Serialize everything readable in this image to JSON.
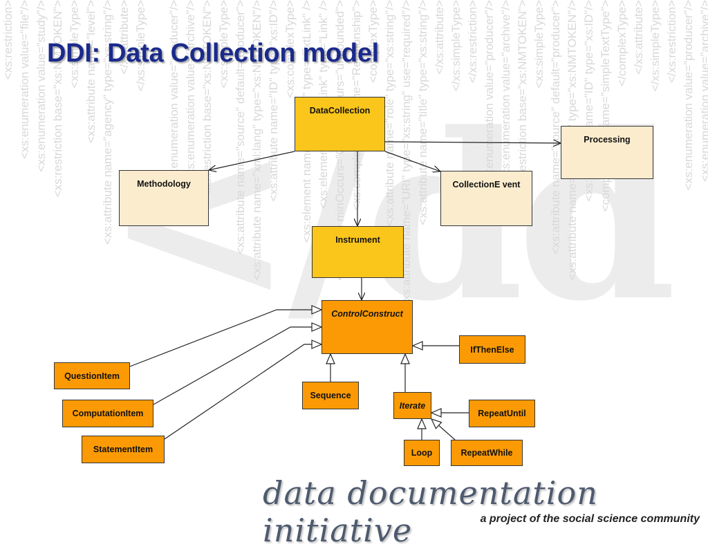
{
  "slide": {
    "title": "DDI: Data Collection model"
  },
  "diagram": {
    "boxes": {
      "datacollection": "DataCollection",
      "processing": "Processing",
      "methodology": "Methodology",
      "collectionevent": "CollectionE vent",
      "instrument": "Instrument",
      "controlconstruct": "ControlConstruct",
      "ifthenelse": "IfThenElse",
      "questionitem": "QuestionItem",
      "computationitem": "ComputationItem",
      "statementitem": "StatementItem",
      "sequence": "Sequence",
      "iterate": "Iterate",
      "repeatuntil": "RepeatUntil",
      "loop": "Loop",
      "repeatwhile": "RepeatWhile"
    }
  },
  "footer": {
    "brand": "data documentation initiative",
    "tagline": "a project of the social science community"
  }
}
